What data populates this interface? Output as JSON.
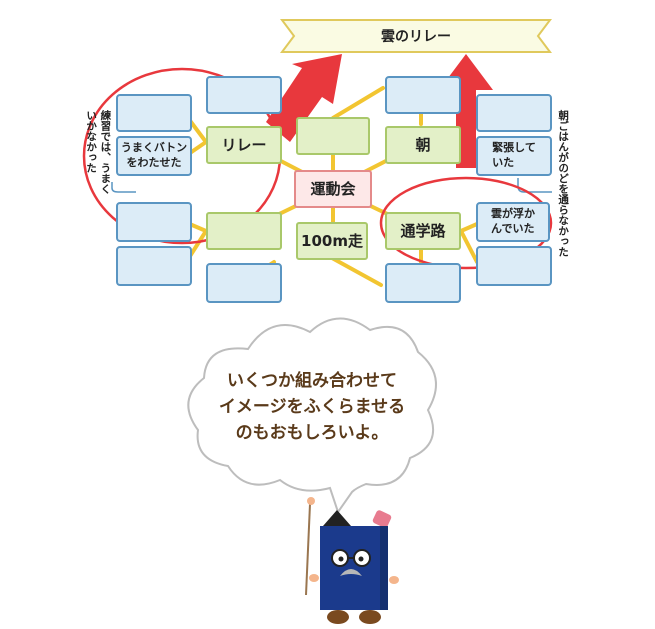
{
  "title_banner": "雲のリレー",
  "center": "運動会",
  "branches": {
    "relay": "リレー",
    "morning": "朝",
    "commute": "通学路",
    "race": "100m走"
  },
  "notes": {
    "baton_lines": [
      "うまくバトン",
      "をわたせた"
    ],
    "nervous_lines": [
      "緊張して",
      "いた"
    ],
    "clouds_lines": [
      "雲が浮か",
      "んでいた"
    ]
  },
  "vertical_notes": {
    "left_lines": [
      "練習では、うまく",
      "いかなかった"
    ],
    "right_lines": [
      "朝ごはんがのどを通らなかった"
    ]
  },
  "speech_lines": [
    "いくつか組み合わせて",
    "イメージをふくらませる",
    "のもおもしろいよ。"
  ],
  "colors": {
    "line": "#f2c531",
    "highlight": "#e8383d",
    "banner_bg": "#fafbe3",
    "banner_border": "#e0c95c",
    "book": "#1b3a8c"
  }
}
